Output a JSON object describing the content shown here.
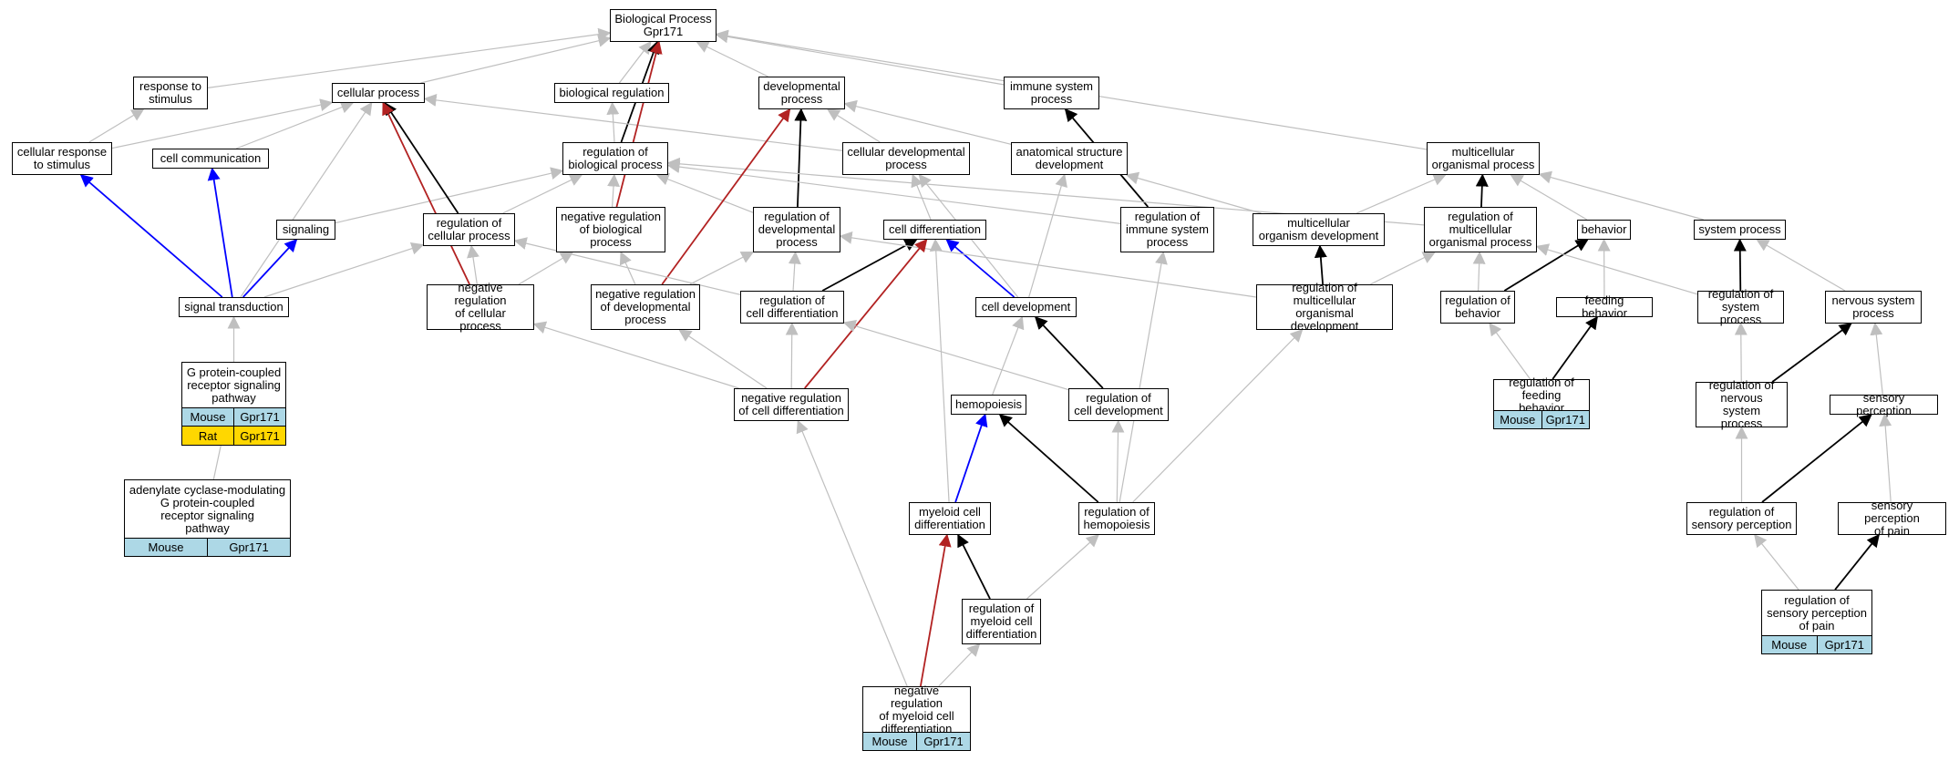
{
  "colors": {
    "gray": "#bfbfbf",
    "black": "#000000",
    "blue": "#0000ff",
    "red": "#b22222",
    "mouse_bg": "#add8e6",
    "rat_bg": "#ffd700"
  },
  "nodes": {
    "bp": "Biological Process\nGpr171",
    "resp_stim": "response to\nstimulus",
    "cell_proc": "cellular process",
    "bio_reg": "biological regulation",
    "dev_proc": "developmental\nprocess",
    "immune_sys": "immune system\nprocess",
    "cell_resp_stim": "cellular response\nto stimulus",
    "cell_comm": "cell communication",
    "reg_bio_proc": "regulation of\nbiological process",
    "cell_dev_proc": "cellular developmental\nprocess",
    "anat_struct": "anatomical structure\ndevelopment",
    "multi_org_proc": "multicellular\norganismal process",
    "signaling": "signaling",
    "reg_cell_proc": "regulation of\ncellular process",
    "neg_reg_bio": "negative regulation\nof biological\nprocess",
    "reg_dev_proc": "regulation of\ndevelopmental\nprocess",
    "cell_diff": "cell differentiation",
    "reg_immune": "regulation of\nimmune system\nprocess",
    "multi_org_dev": "multicellular\norganism development",
    "reg_multi_proc": "regulation of\nmulticellular\norganismal process",
    "behavior": "behavior",
    "system_proc": "system process",
    "sig_trans": "signal transduction",
    "neg_reg_cell_proc": "negative regulation\nof cellular\nprocess",
    "neg_reg_dev": "negative regulation\nof developmental\nprocess",
    "reg_cell_diff": "regulation of\ncell differentiation",
    "cell_devt": "cell development",
    "reg_multi_dev": "regulation of\nmulticellular\norganismal development",
    "reg_behavior": "regulation of\nbehavior",
    "feeding": "feeding behavior",
    "reg_sys_proc": "regulation of\nsystem process",
    "nerv_sys_proc": "nervous system\nprocess",
    "gpcr": "G protein-coupled\nreceptor signaling\npathway",
    "neg_reg_cell_diff": "negative regulation\nof cell differentiation",
    "hemopoiesis": "hemopoiesis",
    "reg_cell_dev": "regulation of\ncell development",
    "reg_feeding": "regulation of\nfeeding behavior",
    "reg_nerv": "regulation of\nnervous system\nprocess",
    "sens_perc": "sensory perception",
    "adenylate": "adenylate cyclase-modulating\nG protein-coupled\nreceptor signaling\npathway",
    "myeloid_diff": "myeloid cell\ndifferentiation",
    "reg_hemo": "regulation of\nhemopoiesis",
    "reg_sens_perc": "regulation of\nsensory perception",
    "sens_pain": "sensory perception\nof pain",
    "reg_myeloid": "regulation of\nmyeloid cell\ndifferentiation",
    "reg_sens_pain": "regulation of\nsensory perception\nof pain",
    "neg_reg_myeloid": "negative regulation\nof myeloid cell\ndifferentiation"
  },
  "taxa": {
    "gpcr_mouse": [
      "Mouse",
      "Gpr171"
    ],
    "gpcr_rat": [
      "Rat",
      "Gpr171"
    ],
    "adenylate_mouse": [
      "Mouse",
      "Gpr171"
    ],
    "reg_feeding_mouse": [
      "Mouse",
      "Gpr171"
    ],
    "reg_sens_pain_mouse": [
      "Mouse",
      "Gpr171"
    ],
    "neg_reg_myeloid_mouse": [
      "Mouse",
      "Gpr171"
    ]
  },
  "edges": [
    [
      "resp_stim",
      "bp",
      "gray"
    ],
    [
      "cell_proc",
      "bp",
      "gray"
    ],
    [
      "bio_reg",
      "bp",
      "gray"
    ],
    [
      "dev_proc",
      "bp",
      "gray"
    ],
    [
      "immune_sys",
      "bp",
      "gray"
    ],
    [
      "multi_org_proc",
      "bp",
      "gray"
    ],
    [
      "cell_resp_stim",
      "resp_stim",
      "gray"
    ],
    [
      "cell_resp_stim",
      "cell_proc",
      "gray"
    ],
    [
      "cell_comm",
      "cell_proc",
      "gray"
    ],
    [
      "reg_bio_proc",
      "bio_reg",
      "gray"
    ],
    [
      "reg_bio_proc",
      "bp",
      "black"
    ],
    [
      "cell_dev_proc",
      "dev_proc",
      "gray"
    ],
    [
      "cell_dev_proc",
      "cell_proc",
      "gray"
    ],
    [
      "anat_struct",
      "dev_proc",
      "gray"
    ],
    [
      "signaling",
      "reg_bio_proc",
      "gray"
    ],
    [
      "reg_cell_proc",
      "reg_bio_proc",
      "gray"
    ],
    [
      "reg_cell_proc",
      "cell_proc",
      "black"
    ],
    [
      "neg_reg_bio",
      "reg_bio_proc",
      "gray"
    ],
    [
      "neg_reg_bio",
      "bp",
      "red"
    ],
    [
      "reg_dev_proc",
      "reg_bio_proc",
      "gray"
    ],
    [
      "reg_dev_proc",
      "dev_proc",
      "black"
    ],
    [
      "cell_diff",
      "cell_dev_proc",
      "gray"
    ],
    [
      "reg_immune",
      "immune_sys",
      "black"
    ],
    [
      "reg_immune",
      "reg_bio_proc",
      "gray"
    ],
    [
      "multi_org_dev",
      "multi_org_proc",
      "gray"
    ],
    [
      "multi_org_dev",
      "anat_struct",
      "gray"
    ],
    [
      "reg_multi_proc",
      "multi_org_proc",
      "black"
    ],
    [
      "reg_multi_proc",
      "reg_bio_proc",
      "gray"
    ],
    [
      "behavior",
      "multi_org_proc",
      "gray"
    ],
    [
      "system_proc",
      "multi_org_proc",
      "gray"
    ],
    [
      "sig_trans",
      "signaling",
      "blue"
    ],
    [
      "sig_trans",
      "cell_comm",
      "blue"
    ],
    [
      "sig_trans",
      "cell_resp_stim",
      "blue"
    ],
    [
      "sig_trans",
      "cell_proc",
      "gray"
    ],
    [
      "sig_trans",
      "reg_cell_proc",
      "gray"
    ],
    [
      "neg_reg_cell_proc",
      "reg_cell_proc",
      "gray"
    ],
    [
      "neg_reg_cell_proc",
      "neg_reg_bio",
      "gray"
    ],
    [
      "neg_reg_cell_proc",
      "cell_proc",
      "red"
    ],
    [
      "neg_reg_dev",
      "reg_dev_proc",
      "gray"
    ],
    [
      "neg_reg_dev",
      "neg_reg_bio",
      "gray"
    ],
    [
      "neg_reg_dev",
      "dev_proc",
      "red"
    ],
    [
      "reg_cell_diff",
      "cell_diff",
      "black"
    ],
    [
      "reg_cell_diff",
      "reg_cell_proc",
      "gray"
    ],
    [
      "reg_cell_diff",
      "reg_dev_proc",
      "gray"
    ],
    [
      "cell_devt",
      "cell_diff",
      "blue"
    ],
    [
      "cell_devt",
      "anat_struct",
      "gray"
    ],
    [
      "cell_devt",
      "cell_dev_proc",
      "gray"
    ],
    [
      "reg_multi_dev",
      "multi_org_dev",
      "black"
    ],
    [
      "reg_multi_dev",
      "reg_dev_proc",
      "gray"
    ],
    [
      "reg_multi_dev",
      "reg_multi_proc",
      "gray"
    ],
    [
      "reg_behavior",
      "behavior",
      "black"
    ],
    [
      "reg_behavior",
      "reg_multi_proc",
      "gray"
    ],
    [
      "feeding",
      "behavior",
      "gray"
    ],
    [
      "reg_sys_proc",
      "system_proc",
      "black"
    ],
    [
      "reg_sys_proc",
      "reg_multi_proc",
      "gray"
    ],
    [
      "nerv_sys_proc",
      "system_proc",
      "gray"
    ],
    [
      "gpcr",
      "sig_trans",
      "gray"
    ],
    [
      "neg_reg_cell_diff",
      "reg_cell_diff",
      "gray"
    ],
    [
      "neg_reg_cell_diff",
      "neg_reg_cell_proc",
      "gray"
    ],
    [
      "neg_reg_cell_diff",
      "neg_reg_dev",
      "gray"
    ],
    [
      "neg_reg_cell_diff",
      "cell_diff",
      "red"
    ],
    [
      "hemopoiesis",
      "cell_devt",
      "gray"
    ],
    [
      "reg_cell_dev",
      "cell_devt",
      "black"
    ],
    [
      "reg_cell_dev",
      "reg_cell_diff",
      "gray"
    ],
    [
      "reg_feeding",
      "reg_behavior",
      "gray"
    ],
    [
      "reg_feeding",
      "feeding",
      "black"
    ],
    [
      "reg_nerv",
      "reg_sys_proc",
      "gray"
    ],
    [
      "reg_nerv",
      "nerv_sys_proc",
      "black"
    ],
    [
      "sens_perc",
      "nerv_sys_proc",
      "gray"
    ],
    [
      "adenylate",
      "gpcr",
      "gray"
    ],
    [
      "myeloid_diff",
      "hemopoiesis",
      "blue"
    ],
    [
      "myeloid_diff",
      "cell_diff",
      "gray"
    ],
    [
      "reg_hemo",
      "hemopoiesis",
      "black"
    ],
    [
      "reg_hemo",
      "reg_cell_dev",
      "gray"
    ],
    [
      "reg_hemo",
      "reg_immune",
      "gray"
    ],
    [
      "reg_hemo",
      "reg_multi_dev",
      "gray"
    ],
    [
      "reg_sens_perc",
      "reg_nerv",
      "gray"
    ],
    [
      "reg_sens_perc",
      "sens_perc",
      "black"
    ],
    [
      "sens_pain",
      "sens_perc",
      "gray"
    ],
    [
      "reg_myeloid",
      "myeloid_diff",
      "black"
    ],
    [
      "reg_myeloid",
      "reg_hemo",
      "gray"
    ],
    [
      "reg_sens_pain",
      "reg_sens_perc",
      "gray"
    ],
    [
      "reg_sens_pain",
      "sens_pain",
      "black"
    ],
    [
      "neg_reg_myeloid",
      "reg_myeloid",
      "gray"
    ],
    [
      "neg_reg_myeloid",
      "neg_reg_cell_diff",
      "gray"
    ],
    [
      "neg_reg_myeloid",
      "myeloid_diff",
      "red"
    ]
  ]
}
